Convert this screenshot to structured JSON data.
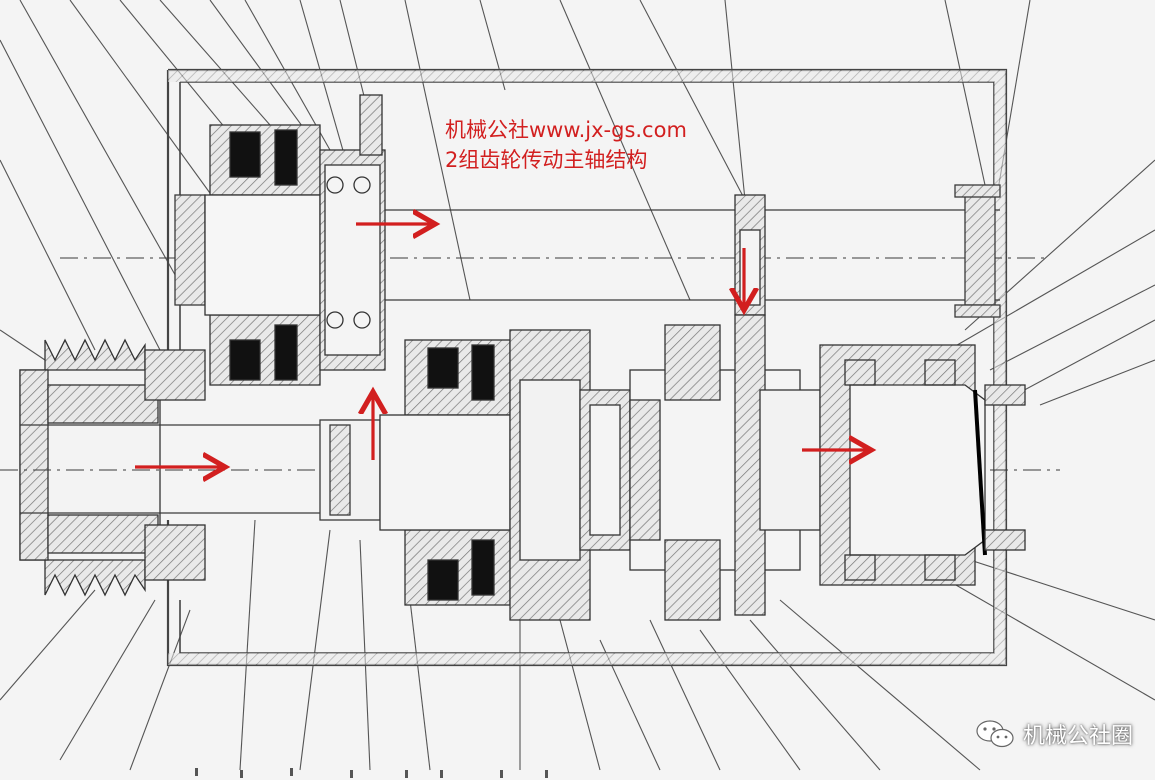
{
  "caption": {
    "line1": "机械公社www.jx-gs.com",
    "line2": "2组齿轮传动主轴结构"
  },
  "watermark": {
    "text": "机械公社圈",
    "icon": "wechat-icon"
  },
  "colors": {
    "annotation_red": "#d21f1f",
    "line_dark": "#3a3a3a",
    "hatch": "#8a8a8a",
    "background": "#f4f4f4"
  }
}
